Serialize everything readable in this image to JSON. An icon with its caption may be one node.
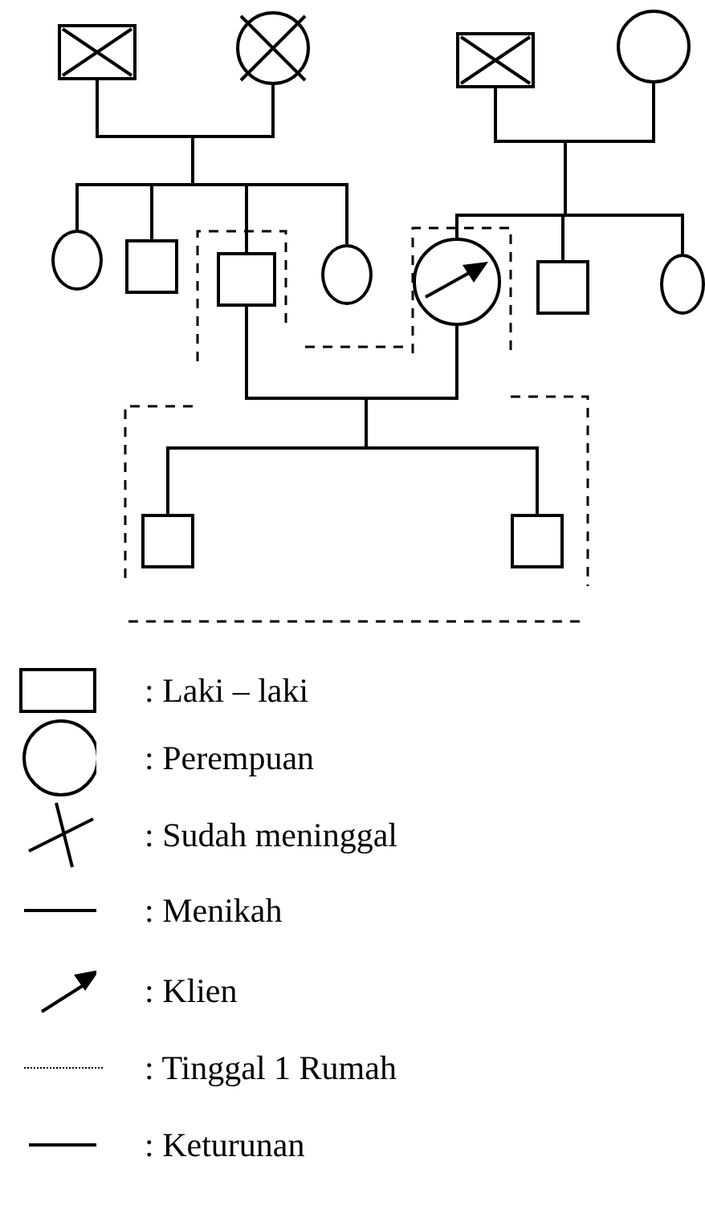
{
  "diagram": {
    "nodes": [
      {
        "text": [],
        "shape": "box"
      },
      {
        "text": [],
        "shape": "circle"
      },
      {
        "text": [],
        "shape": "box"
      },
      {
        "text": [],
        "shape": "circle"
      },
      {
        "text": [],
        "shape": "circle"
      },
      {
        "text": [],
        "shape": "box"
      },
      {
        "text": [],
        "shape": "box"
      },
      {
        "text": [],
        "shape": "circle"
      },
      {
        "text": [],
        "shape": "circle"
      },
      {
        "text": [],
        "shape": "box"
      },
      {
        "text": [],
        "shape": "circle"
      },
      {
        "text": [],
        "shape": "box"
      },
      {
        "text": [],
        "shape": "box"
      }
    ],
    "edges": [
      {
        "from": 0,
        "to": 1,
        "arrow": "none"
      },
      {
        "from": 0,
        "to": 4,
        "arrow": "none"
      },
      {
        "from": 0,
        "to": 5,
        "arrow": "none"
      },
      {
        "from": 0,
        "to": 6,
        "arrow": "none"
      },
      {
        "from": 0,
        "to": 7,
        "arrow": "none"
      },
      {
        "from": 1,
        "to": 4,
        "arrow": "none"
      },
      {
        "from": 1,
        "to": 5,
        "arrow": "none"
      },
      {
        "from": 1,
        "to": 6,
        "arrow": "none"
      },
      {
        "from": 1,
        "to": 7,
        "arrow": "none"
      },
      {
        "from": 2,
        "to": 3,
        "arrow": "none"
      },
      {
        "from": 2,
        "to": 8,
        "arrow": "none"
      },
      {
        "from": 2,
        "to": 9,
        "arrow": "none"
      },
      {
        "from": 2,
        "to": 10,
        "arrow": "none"
      },
      {
        "from": 3,
        "to": 8,
        "arrow": "none"
      },
      {
        "from": 3,
        "to": 9,
        "arrow": "none"
      },
      {
        "from": 3,
        "to": 10,
        "arrow": "none"
      },
      {
        "from": 6,
        "to": 8,
        "arrow": "none"
      },
      {
        "from": 6,
        "to": 11,
        "arrow": "none"
      },
      {
        "from": 6,
        "to": 12,
        "arrow": "none"
      },
      {
        "from": 8,
        "to": 11,
        "arrow": "none"
      },
      {
        "from": 8,
        "to": 12,
        "arrow": "none"
      }
    ],
    "legend": [
      {
        "text": ": Laki – laki"
      },
      {
        "text": ": Perempuan"
      },
      {
        "text": ": Sudah meninggal"
      },
      {
        "text": ": Menikah"
      },
      {
        "text": ": Klien"
      },
      {
        "text": ": Tinggal 1 Rumah"
      },
      {
        "text": ": Keturunan"
      }
    ]
  }
}
